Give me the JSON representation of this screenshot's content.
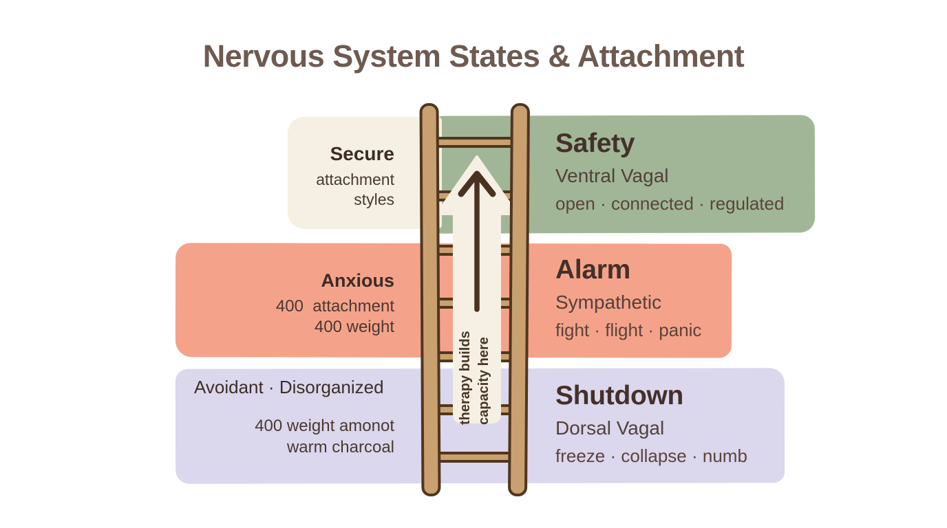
{
  "title": "Nervous System States & Attachment",
  "colors": {
    "background": "#ffffff",
    "title_text": "#6e5a50",
    "cream": "#f5f0e3",
    "ladder_wood": "#c9a06f",
    "ladder_outline": "#4f361f",
    "arrow_dark": "#4a3120",
    "heading_text": "#44302a",
    "body_text": "#5a443c"
  },
  "bands": [
    {
      "name": "safety",
      "band_color": "#a1b696",
      "left_heading": "Secure",
      "left_line1": "attachment",
      "left_line2": "styles",
      "right_heading": "Safety",
      "right_subheading": "Ventral Vagal",
      "right_descriptors": "open · connected · regulated"
    },
    {
      "name": "alarm",
      "band_color": "#f4a38a",
      "left_heading": "Anxious",
      "left_line1": "400  attachment",
      "left_line2": "400 weight",
      "right_heading": "Alarm",
      "right_subheading": "Sympathetic",
      "right_descriptors": "fight · flight · panic"
    },
    {
      "name": "shutdown",
      "band_color": "#dbd7ec",
      "left_heading": "Avoidant · Disorganized",
      "left_line1": "400 weight amonot",
      "left_line2": "warm charcoal",
      "right_heading": "Shutdown",
      "right_subheading": "Dorsal Vagal",
      "right_descriptors": "freeze · collapse · numb"
    }
  ],
  "ladder": {
    "arrow_line1": "therapy builds",
    "arrow_line2": "capacity here"
  }
}
